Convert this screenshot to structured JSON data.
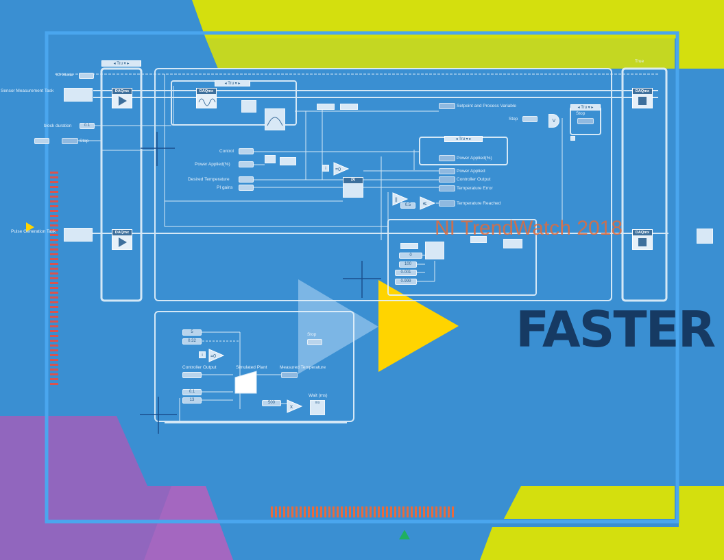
{
  "brand": {
    "headline": "FASTER",
    "watermark": "NI TrendWatch 2018"
  },
  "colors": {
    "background": "#3a8fd2",
    "accent_yellow": "#d4df0e",
    "arrow_yellow": "#ffd400",
    "arrow_light": "#7fb8e6",
    "purple": "#9166be",
    "orange_ticks": "#e86a3c",
    "red_ticks": "#d9534f",
    "headline_navy": "#163a63"
  },
  "diagram": {
    "case_selector_value": "Tru",
    "true_case_label": "True",
    "labels": {
      "io_mode": "IO Mode",
      "sensor_task": "Sensor Measurement Task",
      "block_duration": "block duration",
      "stop_left": "Stop",
      "pulse_task": "Pulse Generation Task",
      "control": "Control",
      "power_applied_pct": "Power Applied(%)",
      "desired_temperature": "Desired Temperature",
      "pi_gains": "PI gains",
      "setpoint_pv": "Setpoint and Process Variable",
      "power_applied_pct_out": "Power Applied(%)",
      "power_applied": "Power Applied",
      "controller_output": "Controller Output",
      "temperature_error": "Temperature Error",
      "temperature_reached": "Temperature Reached",
      "stop_right": "Stop",
      "stop_inner": "Stop",
      "stop_lower": "Stop",
      "controller_output_lower": "Controller Output",
      "simulated_plant": "Simulated Plant",
      "measured_temperature": "Measured Temperature",
      "wait_ms": "Wait (ms)"
    },
    "constants": {
      "block_duration_value": "0.1",
      "threshold": "0.5",
      "c5": "5",
      "c032": "0.32",
      "c01": "0.1",
      "c13": "13",
      "c500": "500",
      "c0": "0",
      "c100": "100",
      "c0001": "0.001",
      "c0999": "0.999",
      "eq_zero": "=0",
      "daqmx": "DAQmx",
      "pi": "PI",
      "x_symbol": "x",
      "inv_symbol": "||",
      "le_symbol": "≤",
      "ms_symbol": "ms"
    }
  }
}
